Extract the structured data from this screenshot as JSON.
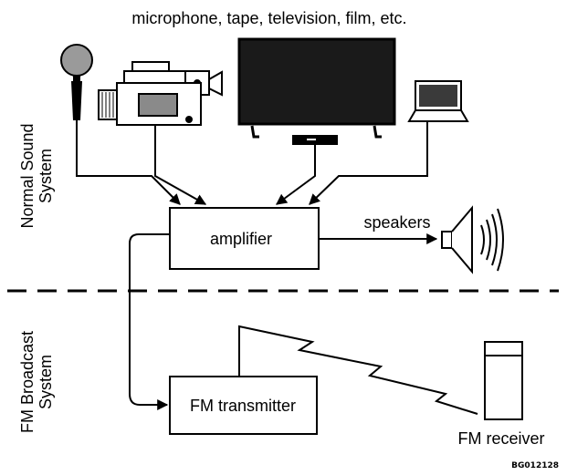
{
  "diagram": {
    "caption": "microphone, tape, television, film, etc.",
    "sections": {
      "normal_title": "Normal Sound",
      "normal_title_2": "System",
      "fm_title": "FM Broadcast",
      "fm_title_2": "System"
    },
    "nodes": {
      "amplifier": "amplifier",
      "speakers": "speakers",
      "fm_transmitter": "FM transmitter",
      "fm_receiver": "FM receiver"
    },
    "figure_code": "BG012128",
    "icons": [
      "microphone-icon",
      "video-camera-icon",
      "television-icon",
      "laptop-icon",
      "speaker-icon",
      "fm-receiver-icon"
    ]
  }
}
